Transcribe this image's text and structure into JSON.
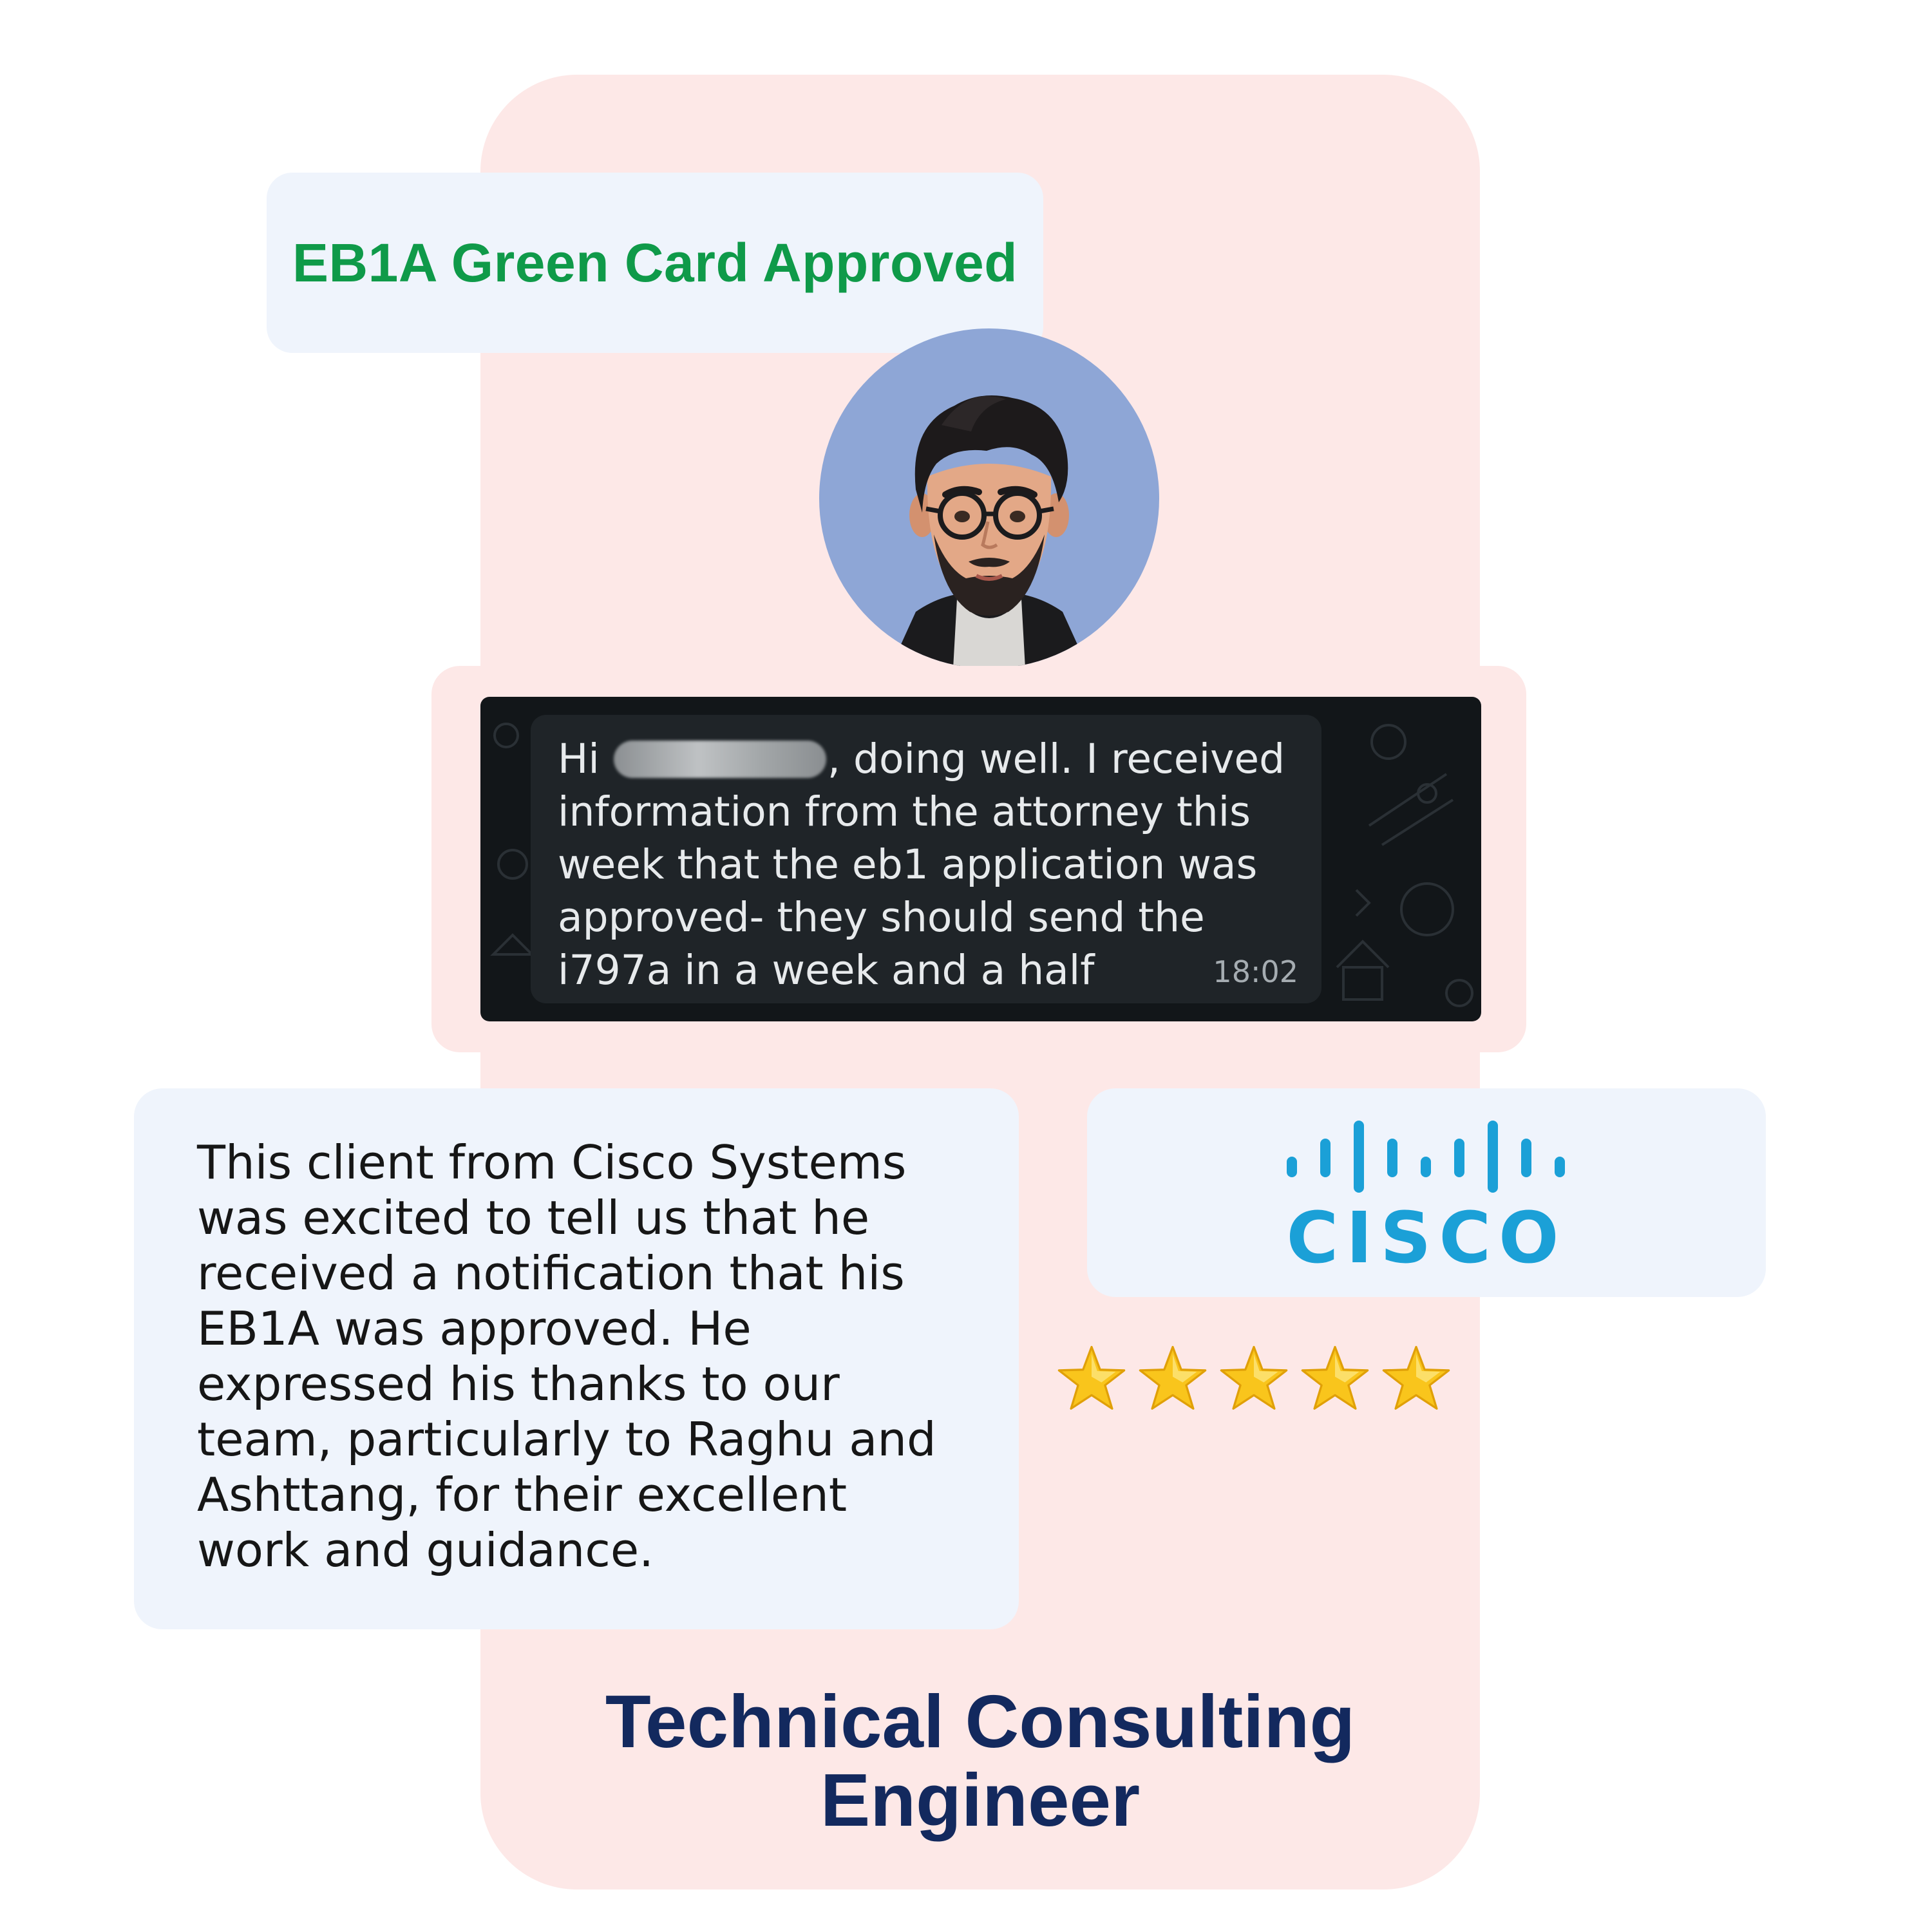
{
  "headline": "EB1A Green Card Approved",
  "colors": {
    "panel": "#fde8e7",
    "card": "#eff4fc",
    "headline": "#0f9a49",
    "title": "#13295e",
    "cisco": "#1ba0d7",
    "star": "#f9c51c"
  },
  "avatar": {
    "icon": "avatar-illustration"
  },
  "chat": {
    "lines": [
      [
        "Hi ",
        ", doing well. I received"
      ],
      "information from the attorney this",
      "week that the eb1 application was",
      "approved- they should send the",
      "i797a in a week and a half"
    ],
    "time": "18:02"
  },
  "testimonial": {
    "lines": [
      "This client from Cisco Systems",
      "was excited to tell us that he",
      "received a notification that his",
      "EB1A was approved. He",
      "expressed his thanks to our",
      "team, particularly to Raghu and",
      "Ashttang, for their excellent",
      "work and guidance."
    ]
  },
  "logo": {
    "word": "CISCO",
    "icon": "cisco-logo"
  },
  "rating": {
    "stars": 5,
    "max": 5
  },
  "role": {
    "line1": "Technical Consulting",
    "line2": "Engineer"
  }
}
